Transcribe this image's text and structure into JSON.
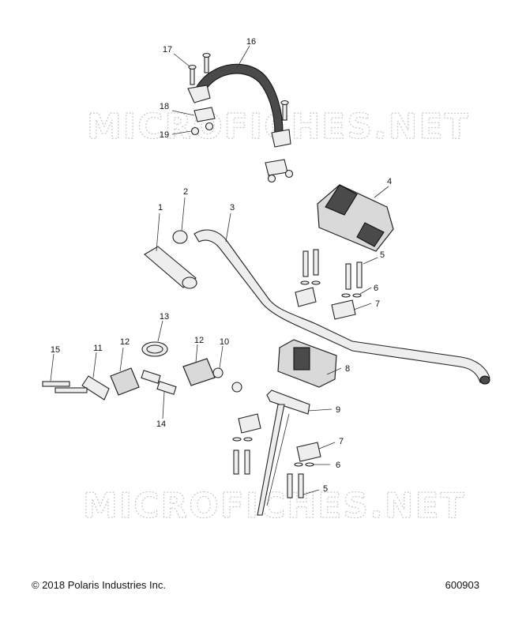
{
  "watermarks": [
    "MICROFICHES.NET",
    "MICROFICHES.NET"
  ],
  "callouts": {
    "c1": "1",
    "c2": "2",
    "c3": "3",
    "c4": "4",
    "c5a": "5",
    "c5b": "5",
    "c6a": "6",
    "c6b": "6",
    "c7a": "7",
    "c7b": "7",
    "c8": "8",
    "c9": "9",
    "c10": "10",
    "c11": "11",
    "c12a": "12",
    "c12b": "12",
    "c13": "13",
    "c14": "14",
    "c15": "15",
    "c16": "16",
    "c17": "17",
    "c18": "18",
    "c19": "19"
  },
  "footer": {
    "copyright": "© 2018 Polaris Industries Inc.",
    "figure_number": "600903"
  }
}
